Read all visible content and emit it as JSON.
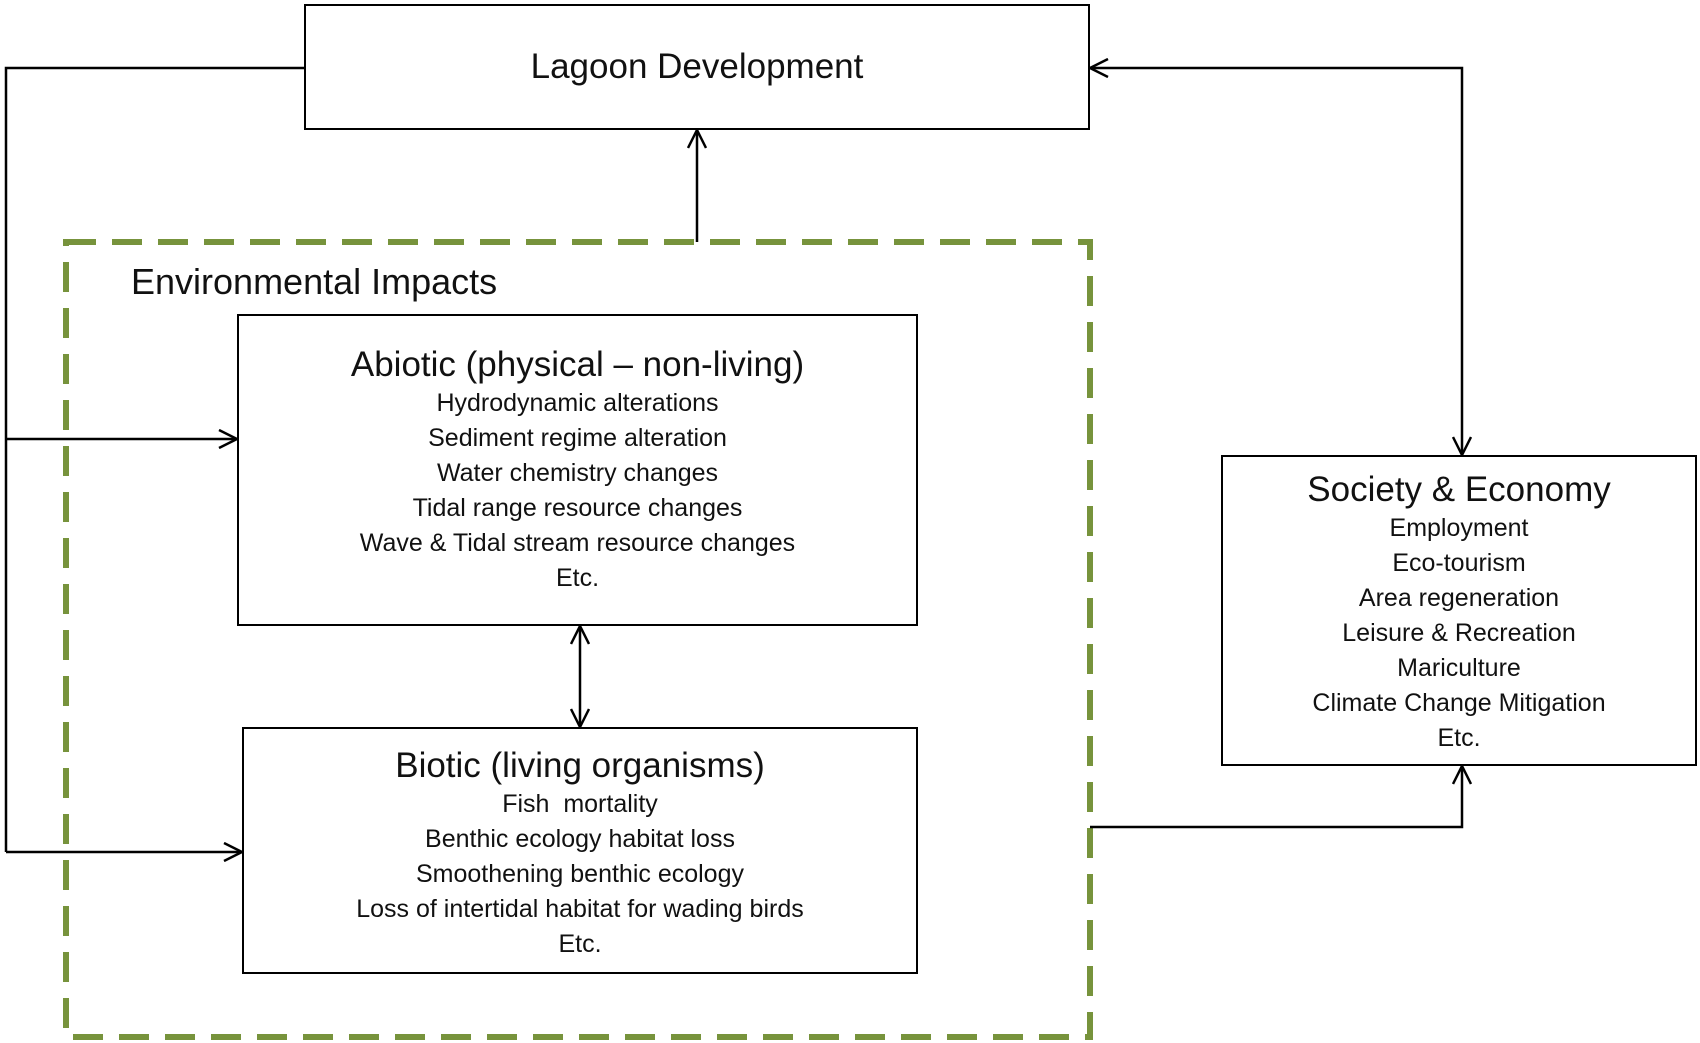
{
  "diagram": {
    "lagoon": {
      "title": "Lagoon Development"
    },
    "environmental_impacts": {
      "label": "Environmental Impacts"
    },
    "abiotic": {
      "title": "Abiotic (physical – non-living)",
      "items": [
        "Hydrodynamic alterations",
        "Sediment regime alteration",
        "Water chemistry changes",
        "Tidal range resource changes",
        "Wave & Tidal stream resource changes",
        "Etc."
      ]
    },
    "biotic": {
      "title": "Biotic (living organisms)",
      "items": [
        "Fish  mortality",
        "Benthic ecology habitat loss",
        "Smoothening benthic ecology",
        "Loss of intertidal habitat for wading birds",
        "Etc."
      ]
    },
    "society": {
      "title": "Society & Economy",
      "items": [
        "Employment",
        "Eco-tourism",
        "Area regeneration",
        "Leisure & Recreation",
        "Mariculture",
        "Climate Change Mitigation",
        "Etc."
      ]
    }
  },
  "colors": {
    "dashed_border": "#77933c",
    "stroke": "#000000",
    "background": "#ffffff"
  }
}
